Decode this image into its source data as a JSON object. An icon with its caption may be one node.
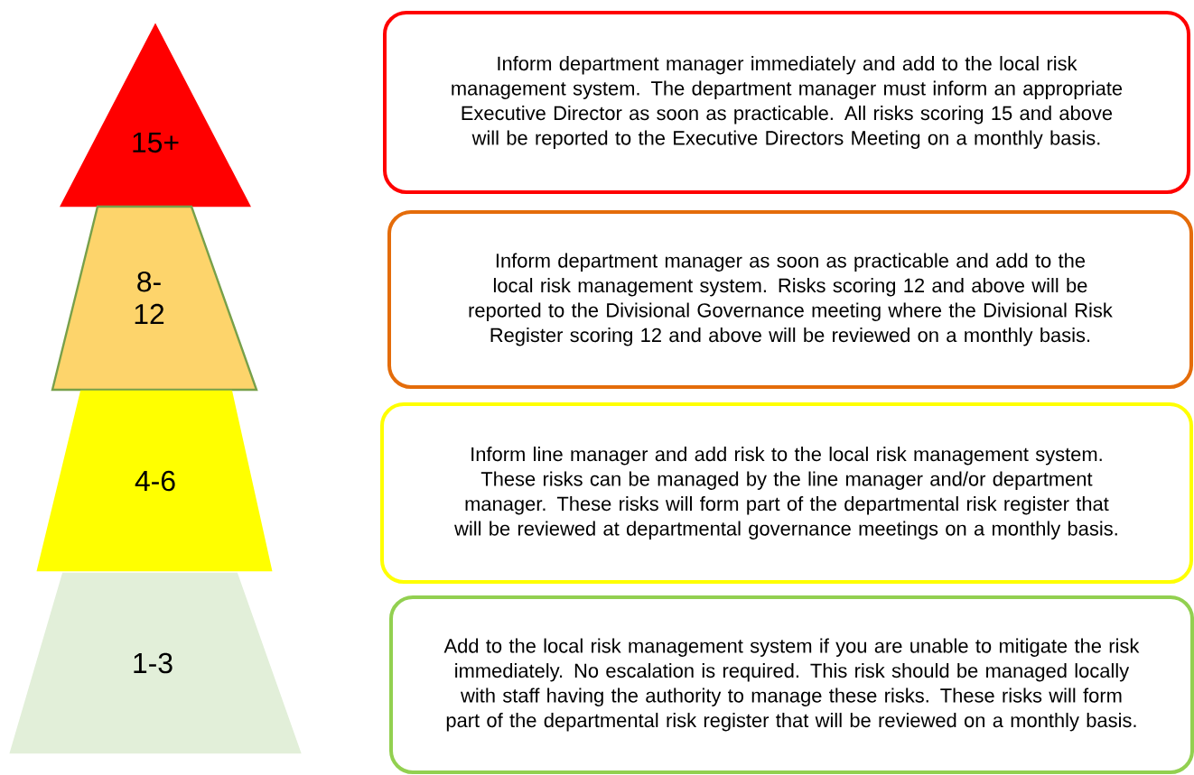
{
  "diagram": {
    "nodes": [
      {
        "text": [
          "15+"
        ]
      },
      {
        "text": [
          "8- 12"
        ]
      },
      {
        "text": [
          "4-6"
        ]
      },
      {
        "text": [
          "1-3"
        ]
      },
      {
        "text": [
          "Inform department manager immediately and add to the local risk management system. The department manager must inform an appropriate Executive Director as soon as practicable. All risks scoring 15 and above will be reported to the Executive Directors Meeting on a monthly basis."
        ]
      },
      {
        "text": [
          "Inform department manager as soon as practicable and add to the local risk management system.  Risks scoring 12 and above will be reported to the Divisional Governance meeting where the Divisional Risk Register scoring 12 and above will be reviewed on a monthly basis."
        ]
      },
      {
        "text": [
          "Inform line manager and add risk to the local risk management system.  These risks can be managed by the line manager and/or department manager.  These risks will form part of the departmental risk register that will be reviewed at departmental governance meetings on a monthly basis."
        ]
      },
      {
        "text": [
          "Add to the local risk management system if you are unable to mitigate the risk immediately.  No escalation is required.  This risk should be managed locally with staff having the authority to manage these risks.  These risks will form part of the departmental risk register that will be reviewed on a monthly basis."
        ]
      }
    ]
  }
}
